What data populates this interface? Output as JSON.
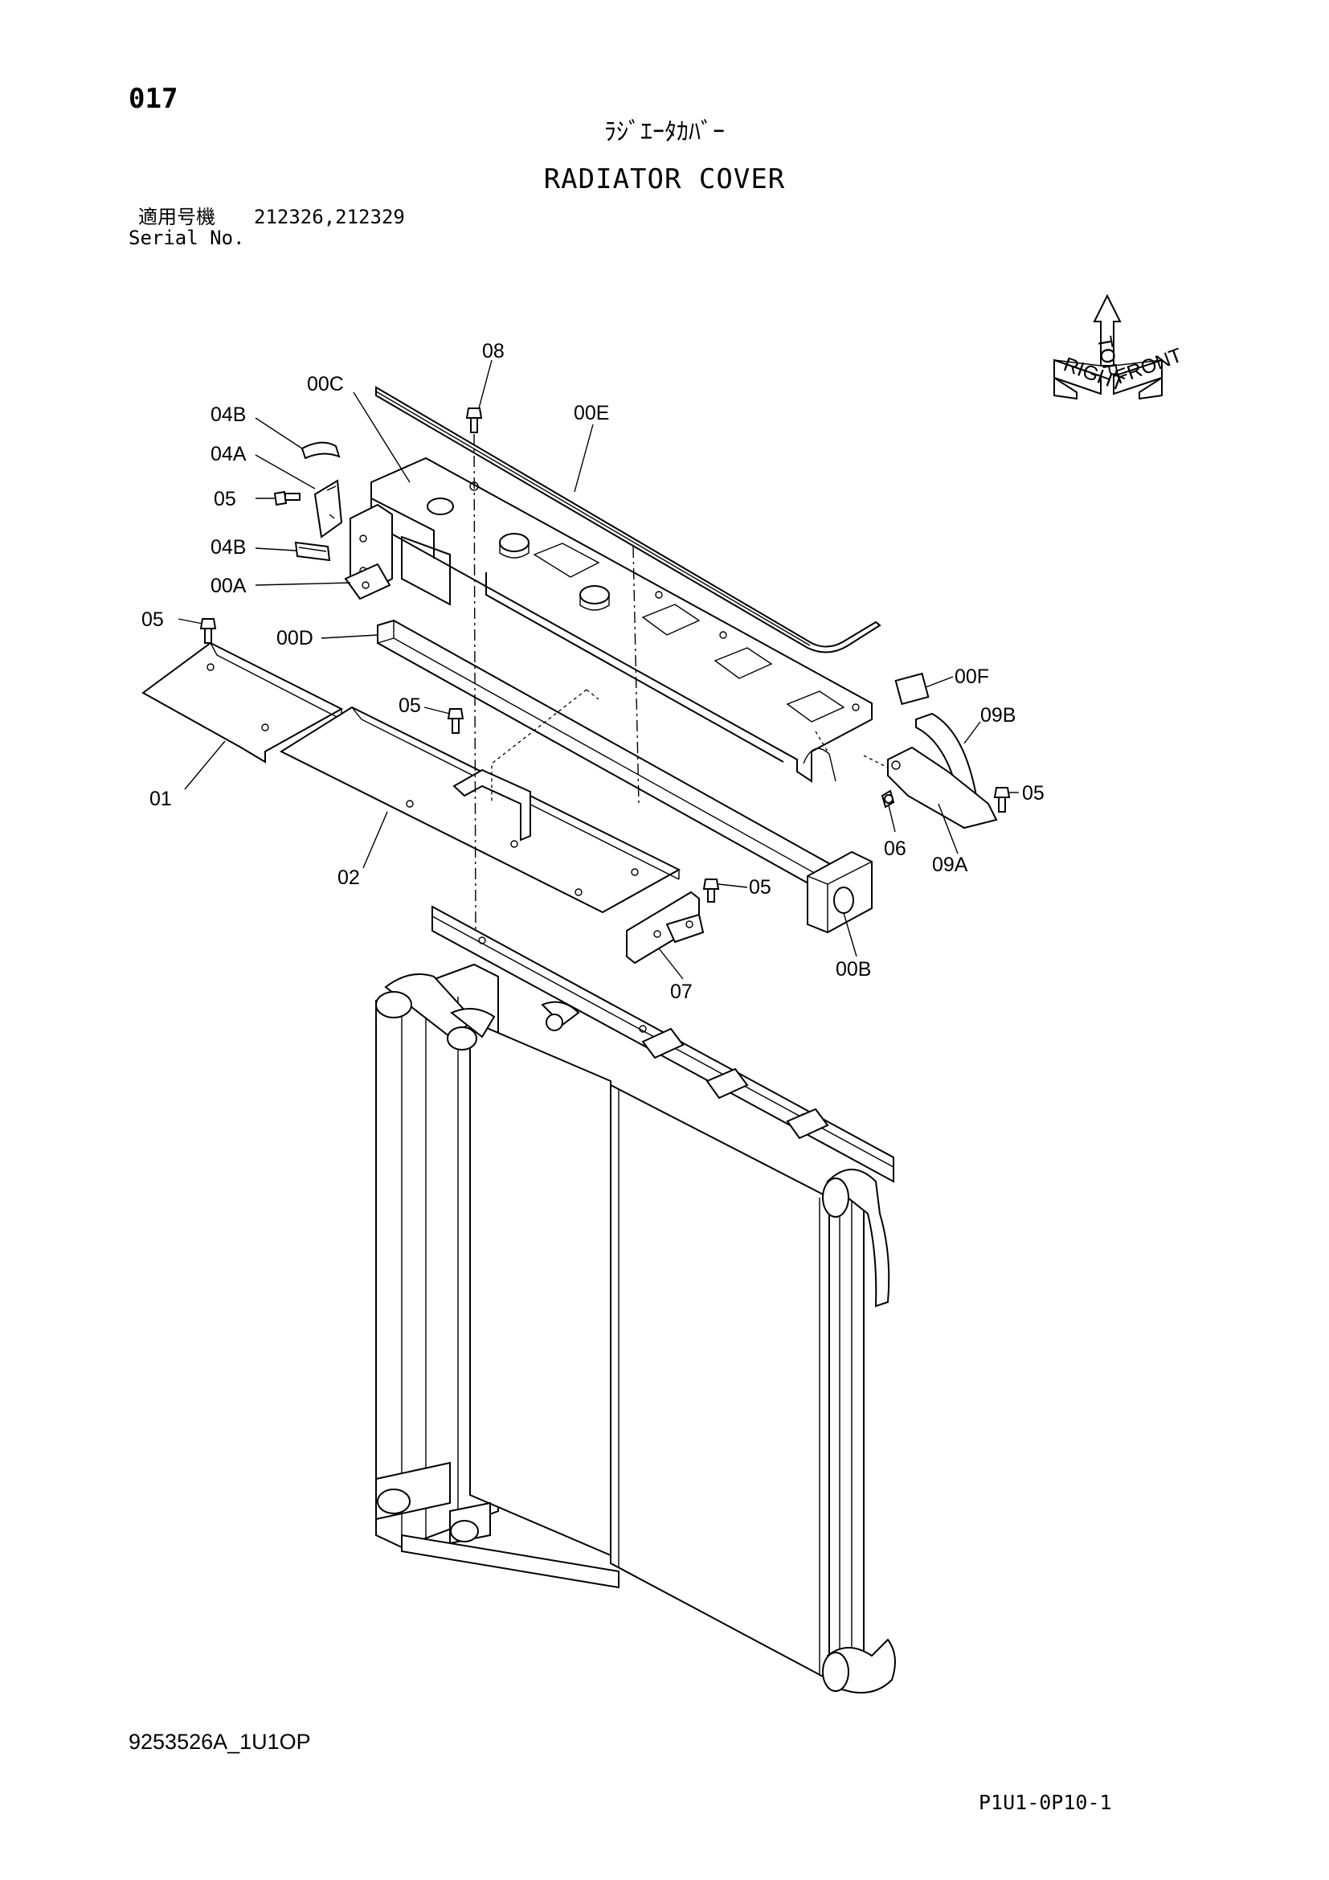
{
  "page": {
    "number": "017",
    "title_jp": "ﾗｼﾞｴｰﾀｶﾊﾞｰ",
    "title_en": "RADIATOR COVER",
    "serial_label_jp": "適用号機",
    "serial_label_en": "Serial No.",
    "serial_numbers": "212326,212329",
    "drawing_code": "9253526A_1U1OP",
    "sheet_code": "P1U1-0P10-1"
  },
  "orientation_badge": {
    "top": "TOP",
    "right": "RIGHT",
    "front": "FRONT"
  },
  "callouts": {
    "c08": "08",
    "c00C": "00C",
    "c00E": "00E",
    "c04B_top": "04B",
    "c04A": "04A",
    "c05_a": "05",
    "c04B_bottom": "04B",
    "c00A": "00A",
    "c05_b": "05",
    "c00D": "00D",
    "c05_c": "05",
    "c00F": "00F",
    "c09B": "09B",
    "c05_d": "05",
    "c01": "01",
    "c06": "06",
    "c09A": "09A",
    "c02": "02",
    "c05_e": "05",
    "c07": "07",
    "c00B": "00B"
  }
}
